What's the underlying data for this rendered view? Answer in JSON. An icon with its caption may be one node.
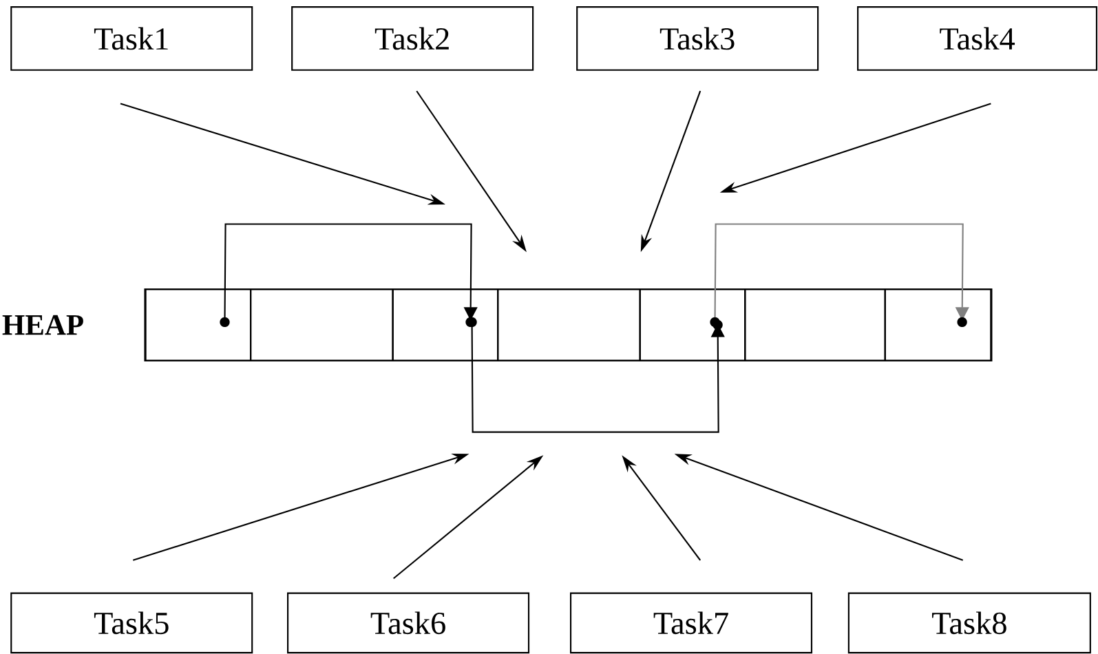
{
  "diagram": {
    "nodes": [
      {
        "text": [
          "Task1"
        ]
      },
      {
        "text": [
          "Task2"
        ]
      },
      {
        "text": [
          "Task3"
        ]
      },
      {
        "text": [
          "Task4"
        ]
      },
      {
        "text": [
          "HEAP"
        ]
      },
      {
        "text": [],
        "shape": "box",
        "in": 4
      },
      {
        "text": [],
        "shape": "box",
        "in": 4
      },
      {
        "text": [],
        "shape": "box",
        "in": 4
      },
      {
        "text": [],
        "shape": "box",
        "in": 4
      },
      {
        "text": [],
        "shape": "box",
        "in": 4
      },
      {
        "text": [],
        "shape": "box",
        "in": 4
      },
      {
        "text": [],
        "shape": "box",
        "in": 4
      },
      {
        "text": [
          "Task5"
        ]
      },
      {
        "text": [
          "Task6"
        ]
      },
      {
        "text": [
          "Task7"
        ]
      },
      {
        "text": [
          "Task8"
        ]
      }
    ],
    "edges": [
      {
        "from": 0,
        "to": null,
        "arrow": "to"
      },
      {
        "from": 1,
        "to": null,
        "arrow": "to"
      },
      {
        "from": 2,
        "to": null,
        "arrow": "to"
      },
      {
        "from": 3,
        "to": null,
        "arrow": "to"
      },
      {
        "from": 12,
        "to": null,
        "arrow": "to"
      },
      {
        "from": 13,
        "to": null,
        "arrow": "to"
      },
      {
        "from": 14,
        "to": null,
        "arrow": "to"
      },
      {
        "from": 15,
        "to": null,
        "arrow": "to"
      },
      {
        "from": 5,
        "to": 7,
        "arrow": "to"
      },
      {
        "from": 7,
        "to": 9,
        "arrow": "to"
      },
      {
        "from": 9,
        "to": 11,
        "arrow": "to",
        "color": "#808080"
      }
    ]
  }
}
